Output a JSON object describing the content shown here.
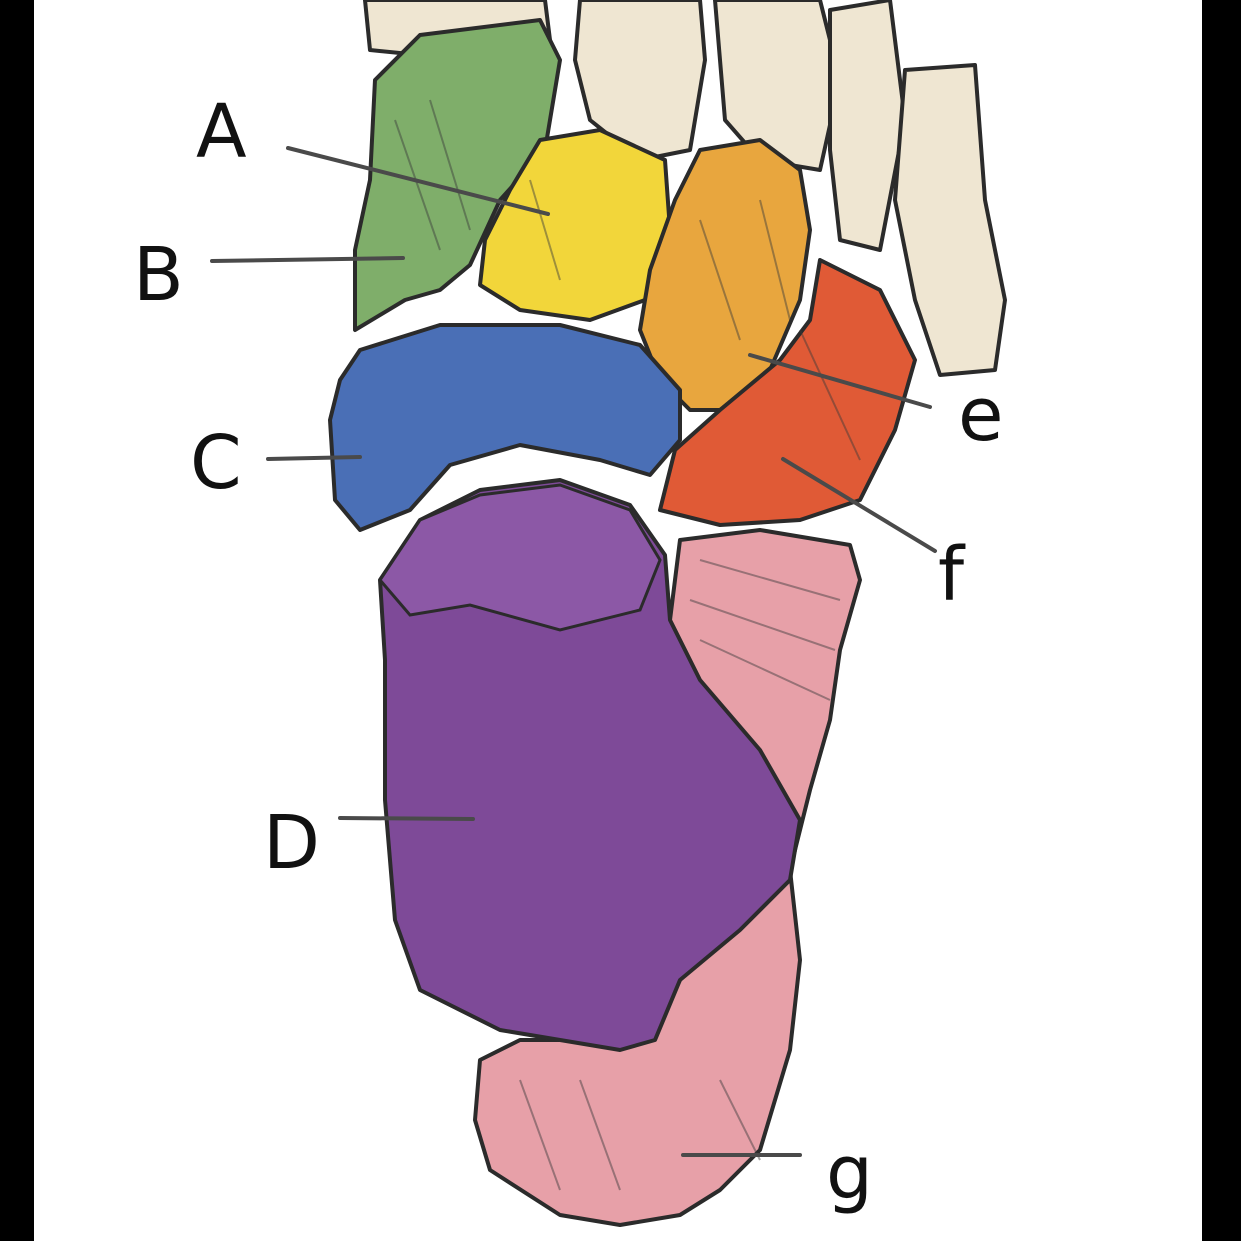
{
  "diagram": {
    "labels": {
      "A": "A",
      "B": "B",
      "C": "C",
      "D": "D",
      "e": "e",
      "f": "f",
      "g": "g"
    },
    "colors": {
      "background": "#ffffff",
      "border": "#000000",
      "bone_A": "#f2d63a",
      "bone_B": "#7fae6a",
      "bone_C": "#4a6fb6",
      "bone_D": "#7e4a98",
      "bone_e": "#e8a63e",
      "bone_f": "#e05a36",
      "bone_g": "#e7a0a8",
      "bone_other": "#efe6d2"
    }
  }
}
